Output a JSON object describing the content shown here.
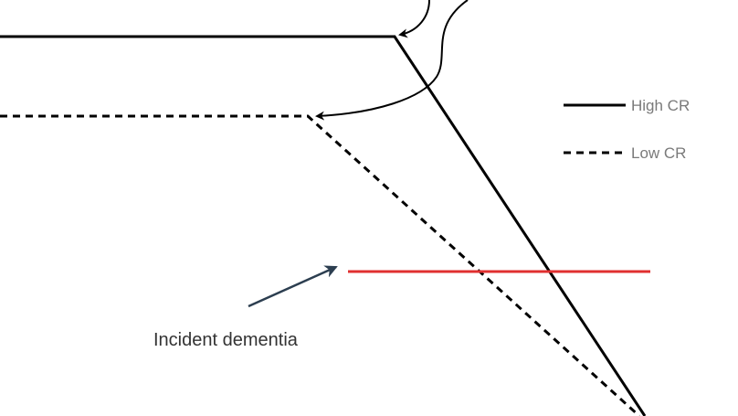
{
  "legend": {
    "high_cr_label": "High CR",
    "low_cr_label": "Low CR"
  },
  "annotation": {
    "incident_dementia_label": "Incident dementia"
  },
  "colors": {
    "line_high_cr": "#000000",
    "line_low_cr": "#000000",
    "threshold_line": "#e03030",
    "annotation_arrow": "#2c3e50",
    "legend_text": "#7a7a7a",
    "annotation_text": "#333333"
  }
}
